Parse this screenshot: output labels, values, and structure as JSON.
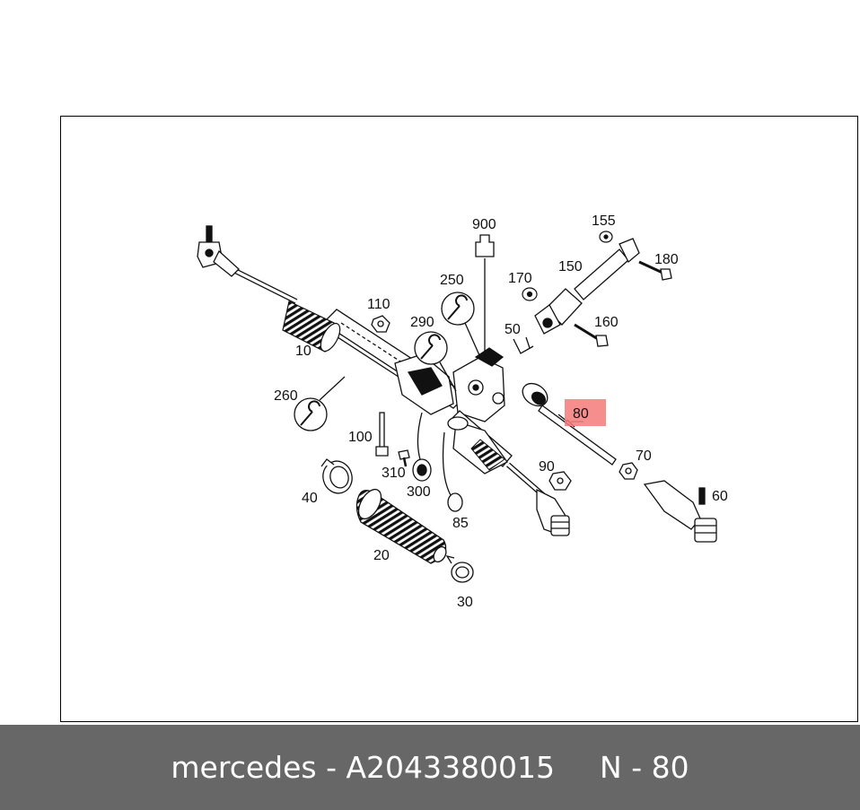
{
  "footer": {
    "brand": "mercedes",
    "separator": " - ",
    "part_number": "A2043380015",
    "position_prefix": "N - ",
    "position_number": "80"
  },
  "diagram": {
    "highlight_color": "#f47a7a",
    "labels": {
      "p10": "10",
      "p20": "20",
      "p30": "30",
      "p40": "40",
      "p50": "50",
      "p60": "60",
      "p70": "70",
      "p80": "80",
      "p85": "85",
      "p90": "90",
      "p100": "100",
      "p110": "110",
      "p150": "150",
      "p155": "155",
      "p160": "160",
      "p170": "170",
      "p180": "180",
      "p250": "250",
      "p260": "260",
      "p290": "290",
      "p300": "300",
      "p310": "310",
      "p900": "900"
    }
  }
}
